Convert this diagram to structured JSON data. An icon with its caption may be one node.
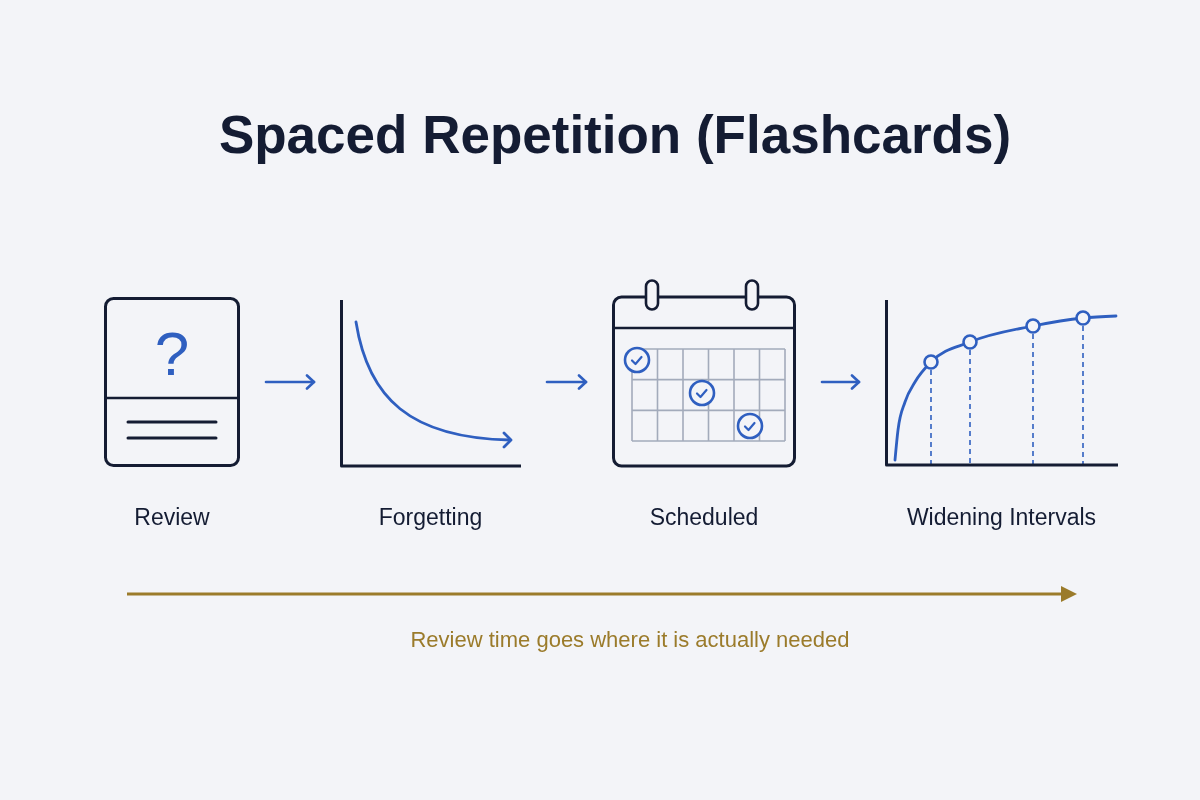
{
  "diagram": {
    "title": "Spaced Repetition (Flashcards)",
    "nodes": [
      {
        "text": [
          "?",
          "Review"
        ]
      },
      {
        "text": [
          "Forgetting"
        ]
      },
      {
        "text": [
          "Scheduled"
        ]
      },
      {
        "text": [
          "Widening Intervals"
        ]
      }
    ],
    "edges": [
      {
        "from": 0,
        "to": 1,
        "arrow": "to"
      },
      {
        "from": 1,
        "to": 2,
        "arrow": "to"
      },
      {
        "from": 2,
        "to": 3,
        "arrow": "to"
      }
    ],
    "caption": "Review time goes where it is actually needed"
  }
}
